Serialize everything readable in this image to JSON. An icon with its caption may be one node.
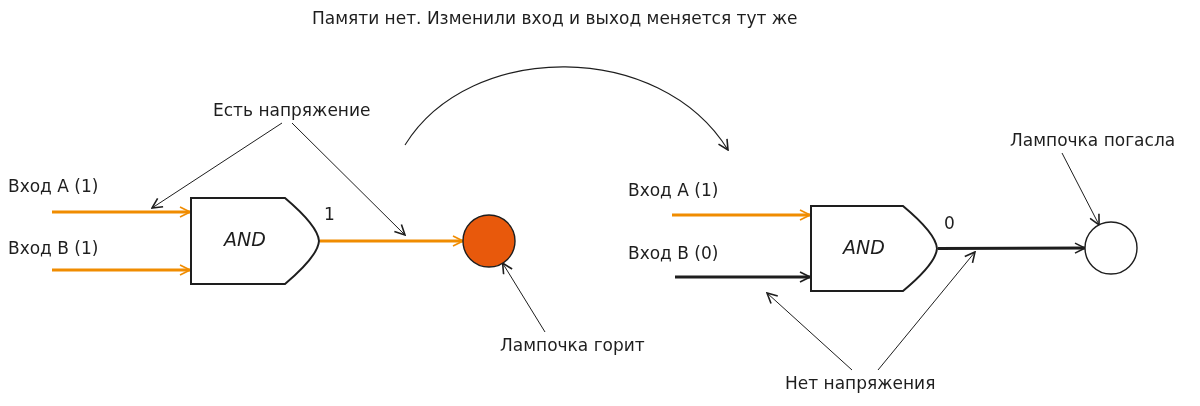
{
  "diagram": {
    "title": "Памяти нет. Изменили вход и выход меняется тут же",
    "nodes": [
      {
        "text": [
          "AND"
        ]
      },
      {
        "text": [],
        "shape": "circle"
      },
      {
        "text": [
          "AND"
        ]
      },
      {
        "text": [],
        "shape": "circle"
      },
      {
        "text": [
          "Есть напряжение"
        ]
      },
      {
        "text": [
          "Лампочка горит"
        ]
      },
      {
        "text": [
          "Нет напряжения"
        ]
      },
      {
        "text": [
          "Лампочка погасла"
        ]
      }
    ],
    "edges": [
      {
        "from": null,
        "to": 0,
        "arrow": "to",
        "label": "Вход A (1)",
        "style": "thick",
        "color": "#f08c00"
      },
      {
        "from": null,
        "to": 0,
        "arrow": "to",
        "label": "Вход B (1)",
        "style": "thick",
        "color": "#f08c00"
      },
      {
        "from": 0,
        "to": 1,
        "arrow": "to",
        "label": "1",
        "style": "thick",
        "color": "#f08c00"
      },
      {
        "from": null,
        "to": 2,
        "arrow": "to",
        "label": "Вход A (1)",
        "style": "thick",
        "color": "#f08c00"
      },
      {
        "from": null,
        "to": 2,
        "arrow": "to",
        "label": "Вход B (0)",
        "style": "thick"
      },
      {
        "from": 2,
        "to": 3,
        "arrow": "to",
        "label": "0",
        "style": "thick"
      },
      {
        "from": 4,
        "to": null,
        "arrow": "to"
      },
      {
        "from": 4,
        "to": null,
        "arrow": "to"
      },
      {
        "from": 5,
        "to": 1,
        "arrow": "to"
      },
      {
        "from": 6,
        "to": null,
        "arrow": "to"
      },
      {
        "from": 6,
        "to": null,
        "arrow": "to"
      },
      {
        "from": 7,
        "to": 3,
        "arrow": "to"
      }
    ]
  }
}
